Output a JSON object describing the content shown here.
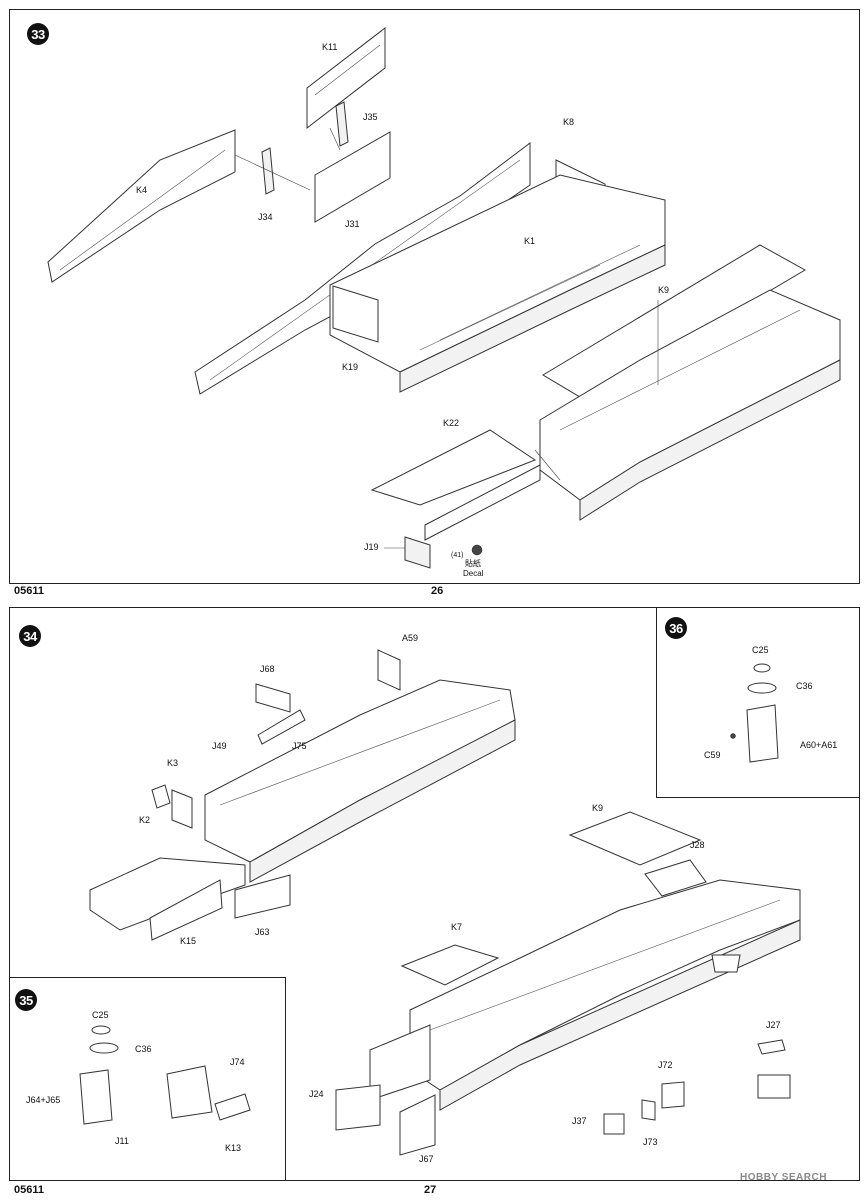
{
  "page_top": {
    "step": "33",
    "page_number": "26",
    "kit_code": "05611",
    "parts": {
      "k11": "K11",
      "j35": "J35",
      "k8": "K8",
      "k4": "K4",
      "j34": "J34",
      "j31": "J31",
      "k1": "K1",
      "k19": "K19",
      "k9": "K9",
      "k22": "K22",
      "j19": "J19"
    },
    "decal": {
      "ref": "(41)",
      "chinese": "貼紙",
      "english": "Decal"
    }
  },
  "page_bottom": {
    "page_number": "27",
    "kit_code": "05611",
    "step34": {
      "step": "34",
      "parts": {
        "a59": "A59",
        "j68": "J68",
        "j49": "J49",
        "j75": "J75",
        "k3": "K3",
        "k2": "K2",
        "k15": "K15",
        "j63": "J63",
        "k9": "K9",
        "j28": "J28",
        "k7": "K7",
        "j27": "J27",
        "j72": "J72",
        "j24": "J24",
        "j37": "J37",
        "j73": "J73",
        "j67": "J67"
      }
    },
    "step35": {
      "step": "35",
      "parts": {
        "c25": "C25",
        "c36": "C36",
        "j64_j65": "J64+J65",
        "j11": "J11",
        "j74": "J74",
        "k13": "K13"
      }
    },
    "step36": {
      "step": "36",
      "parts": {
        "c25": "C25",
        "c36": "C36",
        "c59": "C59",
        "a60_a61": "A60+A61"
      }
    }
  },
  "watermark": "HOBBY SEARCH",
  "colors": {
    "ink": "#111111",
    "line": "#333333",
    "paper": "#ffffff",
    "step_badge": "#111111"
  }
}
